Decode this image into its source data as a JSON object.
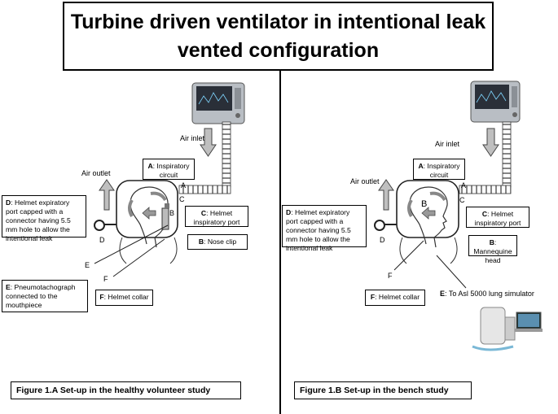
{
  "title": {
    "line1": "Turbine driven ventilator in intentional leak",
    "line2": "vented configuration"
  },
  "left": {
    "air_inlet": "Air inlet",
    "air_outlet": "Air outlet",
    "letters": {
      "A": "A",
      "B": "B",
      "C": "C",
      "D": "D",
      "E": "E",
      "F": "F"
    },
    "box_A": {
      "key": "A",
      "text": ": Inspiratory circuit"
    },
    "box_C": {
      "key": "C",
      "text": ": Helmet inspiratory port"
    },
    "box_B": {
      "key": "B",
      "text": ": Nose clip"
    },
    "box_D": {
      "key": "D",
      "text": ": Helmet expiratory port  capped with a connector having  5.5 mm hole to allow the intentional leak"
    },
    "box_E": {
      "key": "E",
      "text": ": Pneumotachograph connected to the mouthpiece"
    },
    "box_F": {
      "key": "F",
      "text": ": Helmet collar"
    },
    "caption": "Figure 1.A Set-up in the healthy volunteer study"
  },
  "right": {
    "air_inlet": "Air inlet",
    "air_outlet": "Air outlet",
    "letters": {
      "A": "A",
      "B": "B",
      "C": "C",
      "D": "D",
      "F": "F"
    },
    "box_A": {
      "key": "A",
      "text": ": Inspiratory circuit"
    },
    "box_C": {
      "key": "C",
      "text": ": Helmet inspiratory port"
    },
    "box_B": {
      "key": "B",
      "text": ": Mannequine head"
    },
    "box_D": {
      "key": "D",
      "text": ":  Helmet expiratory port  capped with a connector having  5.5 mm hole to allow the intentional leak"
    },
    "box_F": {
      "key": "F",
      "text": ": Helmet collar"
    },
    "label_E": {
      "key": "E",
      "text": ": To Asl 5000 lung simulator"
    },
    "caption": "Figure 1.B Set-up in the bench study"
  },
  "colors": {
    "line": "#000000",
    "arrow_fill": "#bfbfbf",
    "screen": "#2a2f38",
    "device_body": "#b9bec4"
  }
}
